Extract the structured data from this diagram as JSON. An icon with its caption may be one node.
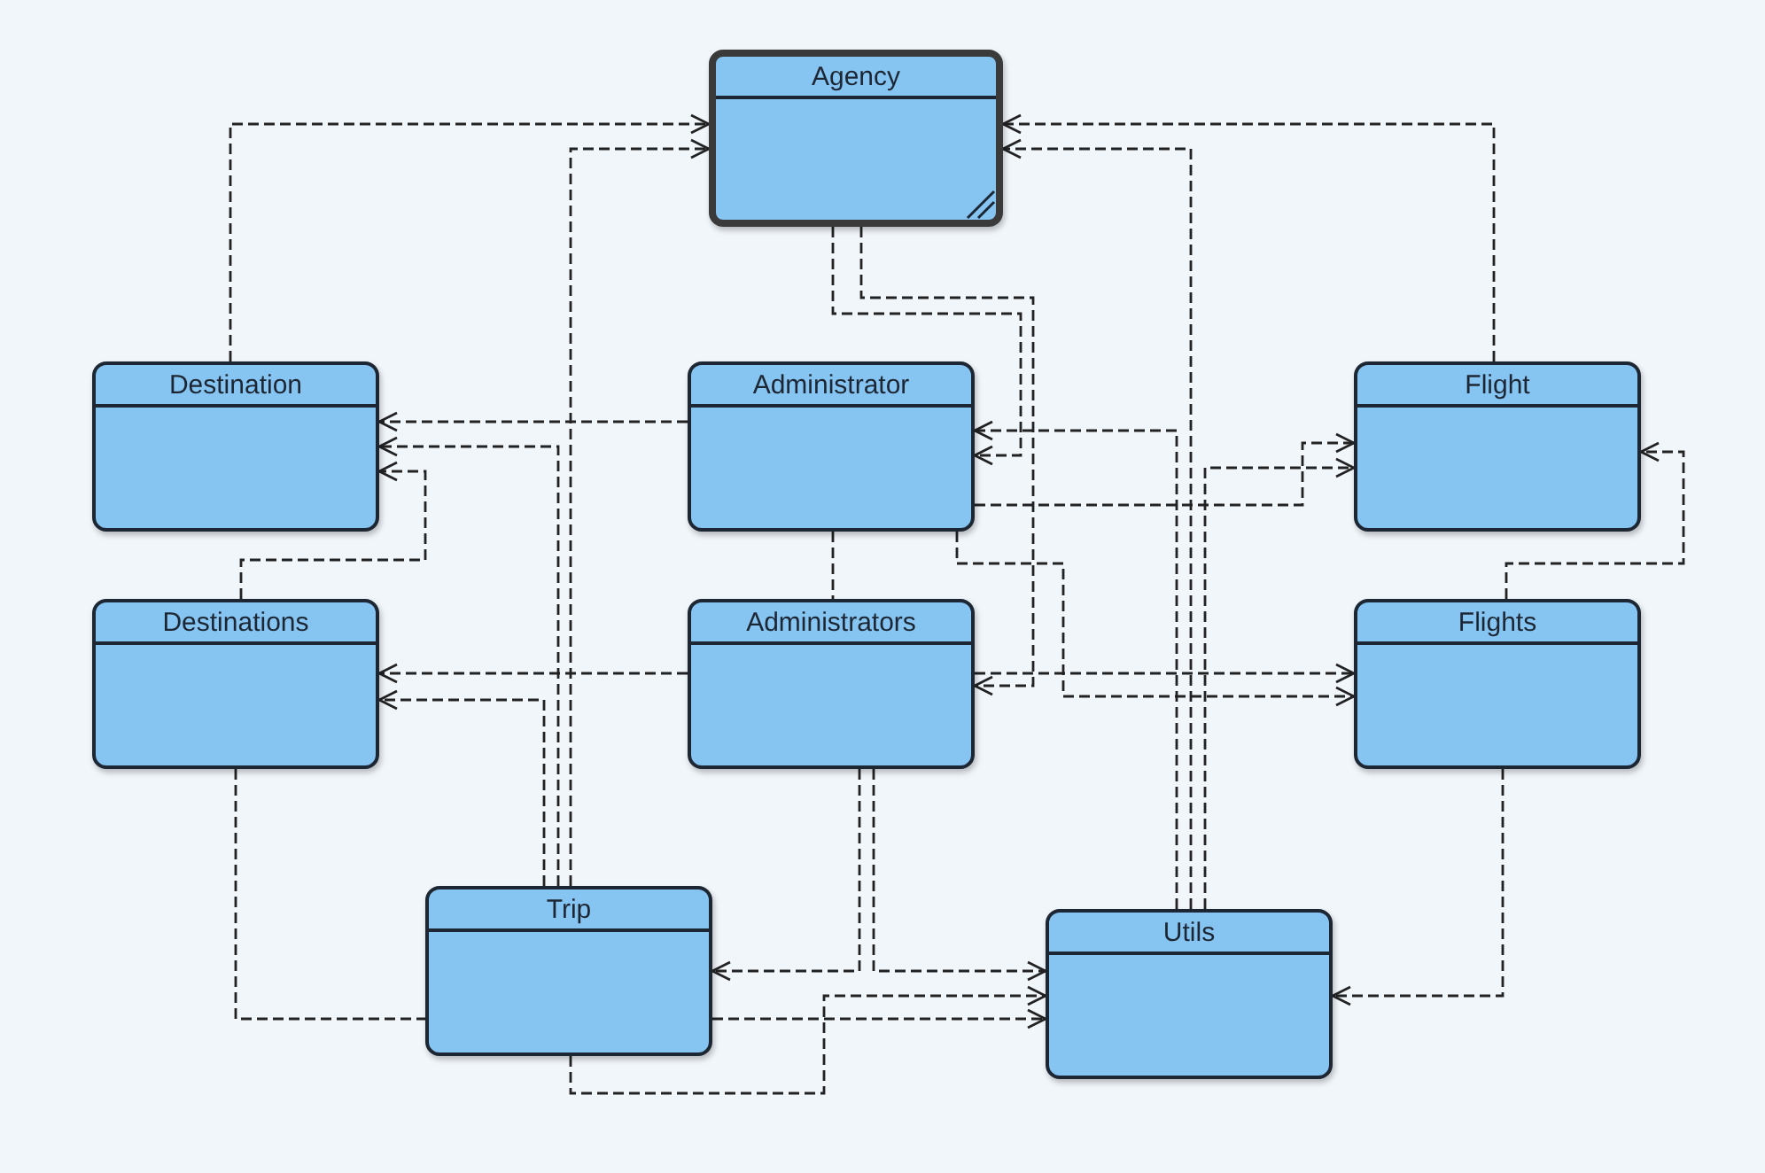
{
  "diagram": {
    "nodes": [
      {
        "text": [
          "Agency"
        ]
      },
      {
        "text": [
          "Destination"
        ]
      },
      {
        "text": [
          "Administrator"
        ]
      },
      {
        "text": [
          "Flight"
        ]
      },
      {
        "text": [
          "Destinations"
        ]
      },
      {
        "text": [
          "Administrators"
        ]
      },
      {
        "text": [
          "Flights"
        ]
      },
      {
        "text": [
          "Trip"
        ]
      },
      {
        "text": [
          "Utils"
        ]
      }
    ],
    "edges": [
      {
        "from": 1,
        "to": 0,
        "arrow": "to"
      },
      {
        "from": 7,
        "to": 0,
        "arrow": "to"
      },
      {
        "from": 3,
        "to": 0,
        "arrow": "to"
      },
      {
        "from": 8,
        "to": 0,
        "arrow": "to"
      },
      {
        "from": 0,
        "to": 2,
        "arrow": "to"
      },
      {
        "from": 0,
        "to": 5,
        "arrow": "to"
      },
      {
        "from": 2,
        "to": 1,
        "arrow": "to"
      },
      {
        "from": 7,
        "to": 1,
        "arrow": "to"
      },
      {
        "from": 4,
        "to": 1,
        "arrow": "to"
      },
      {
        "from": 2,
        "to": 3,
        "arrow": "to"
      },
      {
        "from": 8,
        "to": 3,
        "arrow": "to"
      },
      {
        "from": 6,
        "to": 3,
        "arrow": "to"
      },
      {
        "from": 8,
        "to": 2,
        "arrow": "to"
      },
      {
        "from": 5,
        "to": 4,
        "arrow": "to"
      },
      {
        "from": 7,
        "to": 4,
        "arrow": "to"
      },
      {
        "from": 5,
        "to": 6,
        "arrow": "to"
      },
      {
        "from": 2,
        "to": 6,
        "arrow": "to"
      },
      {
        "from": 2,
        "to": 5,
        "arrow": "none"
      },
      {
        "from": 5,
        "to": 7,
        "arrow": "to"
      },
      {
        "from": 5,
        "to": 8,
        "arrow": "to"
      },
      {
        "from": 7,
        "to": 8,
        "arrow": "to"
      },
      {
        "from": 4,
        "to": 7,
        "arrow": "none"
      },
      {
        "from": 7,
        "to": 8,
        "arrow": "to"
      },
      {
        "from": 6,
        "to": 8,
        "arrow": "to"
      }
    ]
  }
}
